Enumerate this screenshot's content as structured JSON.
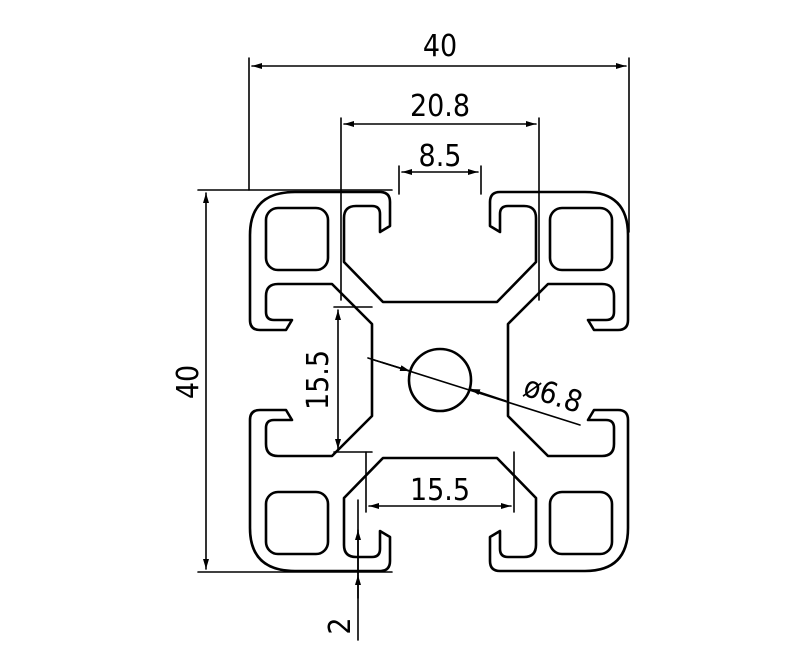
{
  "drawing": {
    "dimensions": {
      "overall_width": "40",
      "slot_outer_width": "20.8",
      "slot_opening": "8.5",
      "overall_height": "40",
      "core_height": "15.5",
      "core_width": "15.5",
      "center_bore": "ø6.8",
      "wall_thickness": "2"
    },
    "colors": {
      "line": "#000000",
      "background": "#ffffff"
    }
  }
}
